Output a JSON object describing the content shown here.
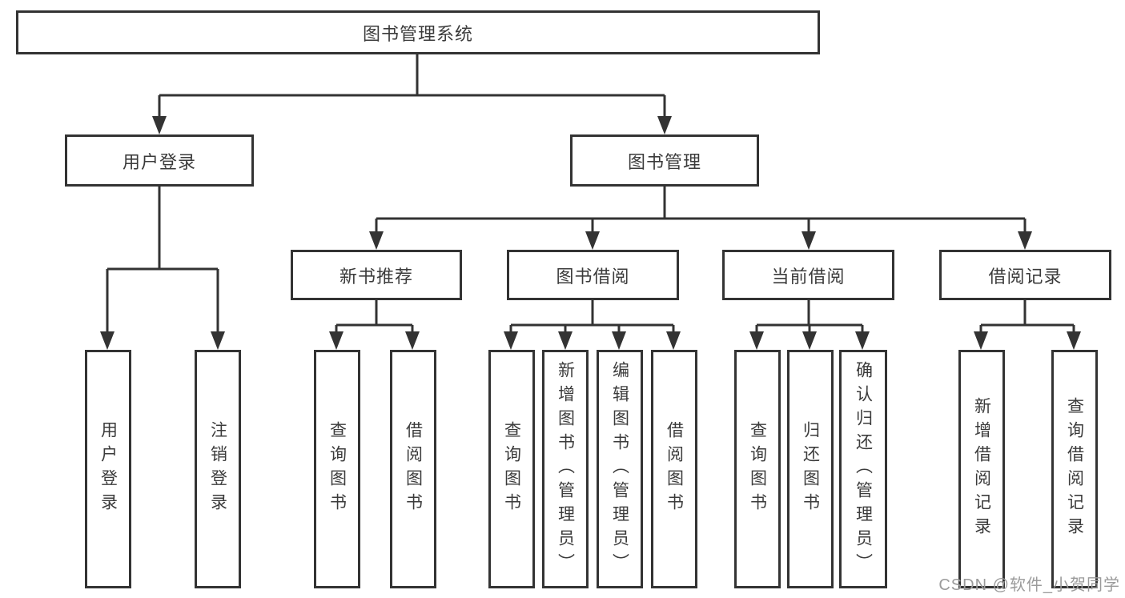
{
  "nodes": {
    "root": {
      "label": "图书管理系统"
    },
    "user_login": {
      "label": "用户登录"
    },
    "book_management": {
      "label": "图书管理"
    },
    "new_book_recommendation": {
      "label": "新书推荐"
    },
    "book_borrowing": {
      "label": "图书借阅"
    },
    "current_borrowing": {
      "label": "当前借阅"
    },
    "borrowing_records": {
      "label": "借阅记录"
    },
    "ul_user_login": {
      "label": "用户登录"
    },
    "ul_logout": {
      "label": "注销登录"
    },
    "nbr_query_books": {
      "label": "查询图书"
    },
    "nbr_borrow_books": {
      "label": "借阅图书"
    },
    "bb_query_books": {
      "label": "查询图书"
    },
    "bb_add_books_admin": {
      "label": "新增图书（管理员）"
    },
    "bb_edit_books_admin": {
      "label": "编辑图书（管理员）"
    },
    "bb_borrow_books": {
      "label": "借阅图书"
    },
    "cb_query_books": {
      "label": "查询图书"
    },
    "cb_return_books": {
      "label": "归还图书"
    },
    "cb_confirm_return_admin": {
      "label": "确认归还（管理员）"
    },
    "br_add_record": {
      "label": "新增借阅记录"
    },
    "br_query_record": {
      "label": "查询借阅记录"
    }
  },
  "watermark": {
    "text": "CSDN @软件_小贺同学"
  },
  "colors": {
    "line": "#333333",
    "box_border": "#333333",
    "text": "#3b3b3b",
    "background": "#ffffff",
    "watermark": "#9b9b9b"
  }
}
